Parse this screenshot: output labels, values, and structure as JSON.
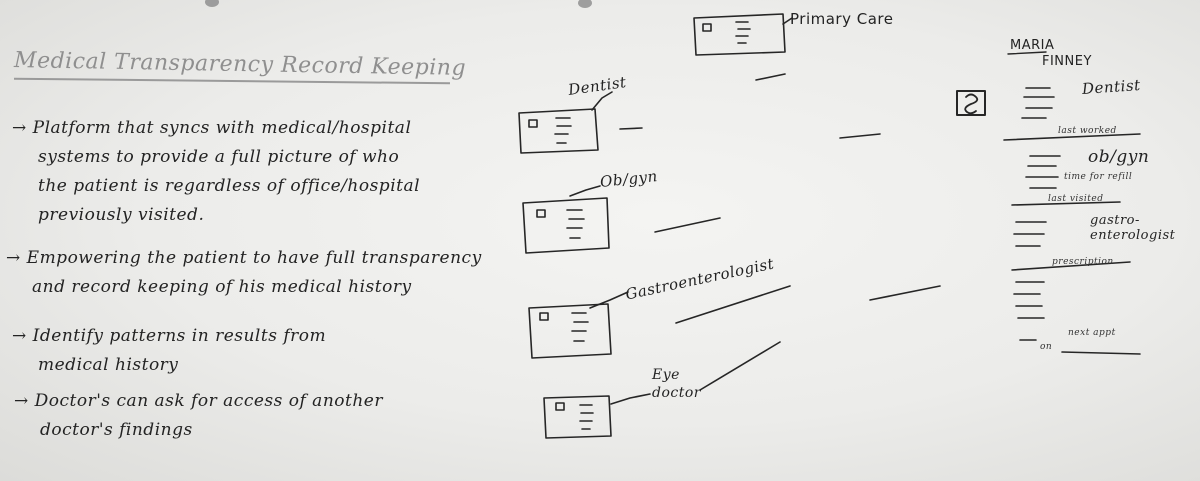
{
  "whiteboard": {
    "title": "Medical Transparency Record Keeping",
    "bullets": [
      {
        "arrow": "→",
        "lines": [
          "Platform that syncs with medical/hospital",
          "systems to provide a full picture of who",
          "the patient is regardless of office/hospital",
          "previously visited."
        ]
      },
      {
        "arrow": "→",
        "lines": [
          "Empowering the patient to have full transparency",
          "and record keeping of his medical history"
        ]
      },
      {
        "arrow": "→",
        "lines": [
          "Identify patterns in results from",
          "medical history"
        ]
      },
      {
        "arrow": "→",
        "lines": [
          "Doctor's can ask for access of another",
          "doctor's findings"
        ]
      }
    ],
    "providers": {
      "primary_care": "Primary Care",
      "dentist": "Dentist",
      "obgyn": "Ob/gyn",
      "gastro": "Gastroenterologist",
      "eye_line1": "Eye",
      "eye_line2": "doctor"
    },
    "patient_panel": {
      "name_line1": "MARIA",
      "name_line2": "FINNEY",
      "dentist": "Dentist",
      "obgyn": "ob/gyn",
      "gastro_line1": "gastro-",
      "gastro_line2": "enterologist",
      "note_last_worked": "last worked",
      "note_time_for": "time for refill",
      "note_last_visited": "last visited",
      "note_prescription": "prescription",
      "note_next_appt": "next appt",
      "note_on": "on"
    }
  }
}
